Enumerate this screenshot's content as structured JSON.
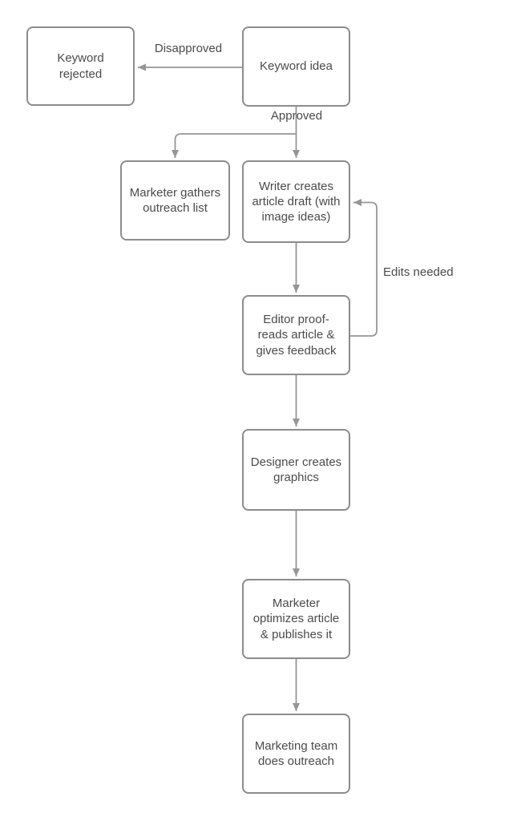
{
  "diagram": {
    "type": "flowchart",
    "colors": {
      "line": "#969696",
      "border": "#8c8c8c",
      "text": "#4b4b4b",
      "background": "#ffffff"
    },
    "nodes": [
      {
        "id": "keyword-rejected",
        "label": "Keyword rejected"
      },
      {
        "id": "keyword-idea",
        "label": "Keyword idea"
      },
      {
        "id": "marketer-gathers-outreach",
        "label": "Marketer gathers outreach list"
      },
      {
        "id": "writer-creates-article-draft",
        "label": "Writer creates article draft (with image ideas)"
      },
      {
        "id": "editor-proofreads-article",
        "label": "Editor proof-reads article & gives feedback"
      },
      {
        "id": "designer-creates-graphics",
        "label": "Designer creates graphics"
      },
      {
        "id": "marketer-optimizes-article",
        "label": "Marketer optimizes article & publishes it"
      },
      {
        "id": "marketing-team-does-outreach",
        "label": "Marketing team does outreach"
      }
    ],
    "edge_labels": {
      "disapproved": "Disapproved",
      "approved": "Approved",
      "edits_needed": "Edits needed"
    },
    "edges": [
      {
        "from": "keyword-idea",
        "to": "keyword-rejected",
        "label": "Disapproved"
      },
      {
        "from": "keyword-idea",
        "to": "writer-creates-article-draft",
        "label": "Approved"
      },
      {
        "from": "keyword-idea",
        "to": "marketer-gathers-outreach",
        "label": "Approved"
      },
      {
        "from": "writer-creates-article-draft",
        "to": "editor-proofreads-article",
        "label": ""
      },
      {
        "from": "editor-proofreads-article",
        "to": "writer-creates-article-draft",
        "label": "Edits needed"
      },
      {
        "from": "editor-proofreads-article",
        "to": "designer-creates-graphics",
        "label": ""
      },
      {
        "from": "designer-creates-graphics",
        "to": "marketer-optimizes-article",
        "label": ""
      },
      {
        "from": "marketer-optimizes-article",
        "to": "marketing-team-does-outreach",
        "label": ""
      }
    ]
  }
}
